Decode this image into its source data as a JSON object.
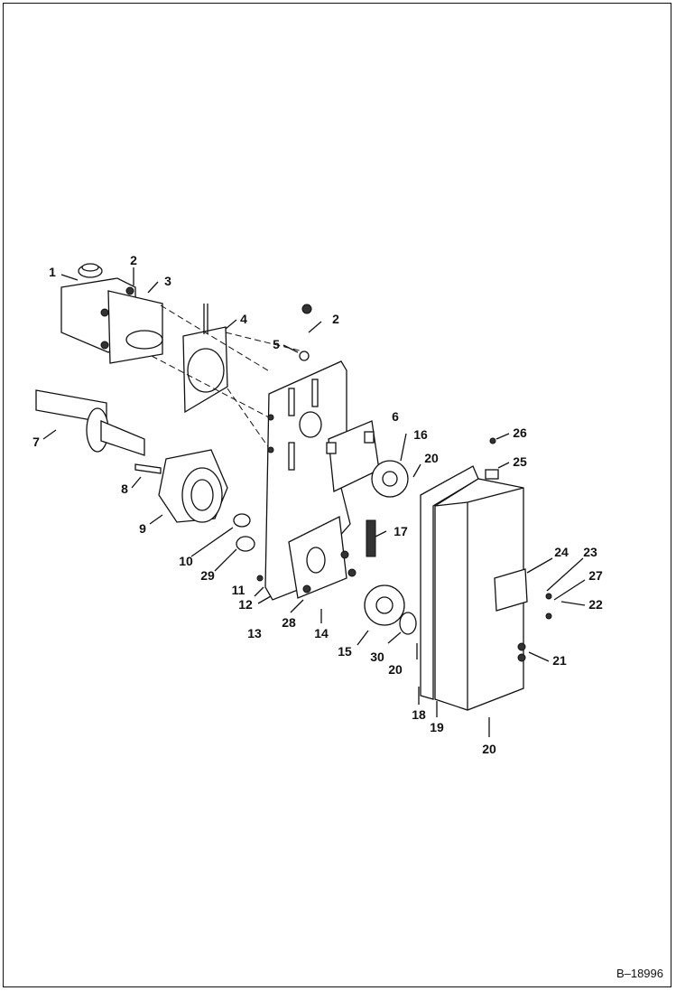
{
  "drawing_number": "B–18996",
  "callouts": [
    "1",
    "2",
    "3",
    "4",
    "2",
    "5",
    "7",
    "8",
    "9",
    "10",
    "29",
    "11",
    "12",
    "13",
    "28",
    "14",
    "6",
    "16",
    "17",
    "15",
    "30",
    "20",
    "20",
    "18",
    "19",
    "20",
    "26",
    "25",
    "24",
    "23",
    "27",
    "22",
    "21"
  ]
}
